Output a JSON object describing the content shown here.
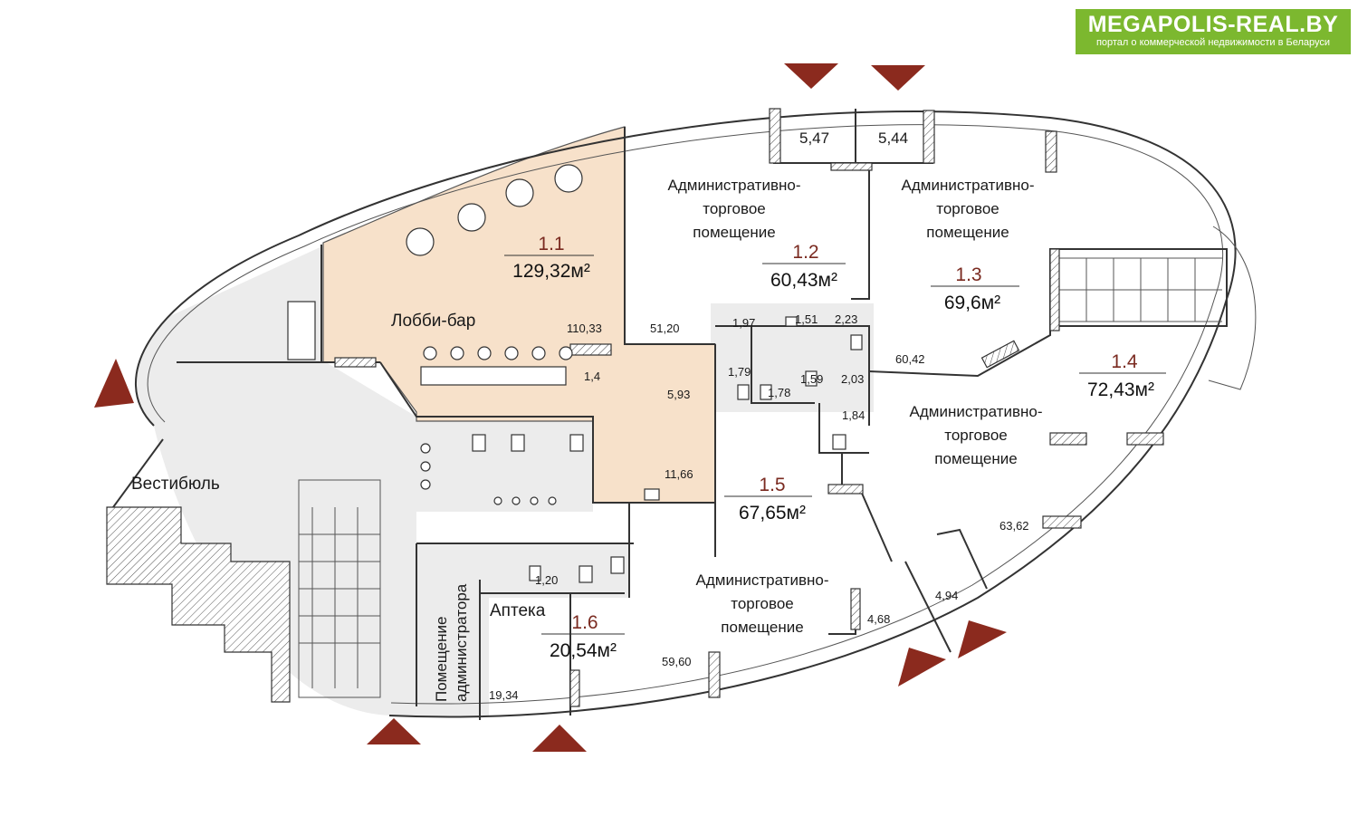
{
  "logo": {
    "title": "MEGAPOLIS-REAL.BY",
    "subtitle": "портал о коммерческой недвижимости в Беларуси",
    "color": "#7cb82f"
  },
  "units": [
    {
      "number": "1.1",
      "area": "129,32м²"
    },
    {
      "number": "1.2",
      "area": "60,43м²"
    },
    {
      "number": "1.3",
      "area": "69,6м²"
    },
    {
      "number": "1.4",
      "area": "72,43м²"
    },
    {
      "number": "1.5",
      "area": "67,65м²"
    },
    {
      "number": "1.6",
      "area": "20,54м²"
    }
  ],
  "room_labels": {
    "lobby_bar": "Лобби-бар",
    "vestibule": "Вестибюль",
    "pharmacy": "Аптека",
    "admin_room_line1": "Помещение",
    "admin_room_line2": "администратора",
    "admin_trade_line1": "Административно-",
    "admin_trade_line2": "торговое",
    "admin_trade_line3": "помещение"
  },
  "small_areas": [
    "5,47",
    "5,44",
    "110,33",
    "51,20",
    "1,97",
    "1,51",
    "2,23",
    "1,4",
    "5,93",
    "1,79",
    "1,78",
    "1,59",
    "2,03",
    "60,42",
    "1,84",
    "11,66",
    "63,62",
    "1,20",
    "4,68",
    "4,94",
    "59,60",
    "19,34"
  ],
  "colors": {
    "highlight_fill": "#f7e1ca",
    "unit_number": "#7a2a20",
    "entrance_arrow": "#8b2a1e",
    "service_area": "#ececec"
  }
}
